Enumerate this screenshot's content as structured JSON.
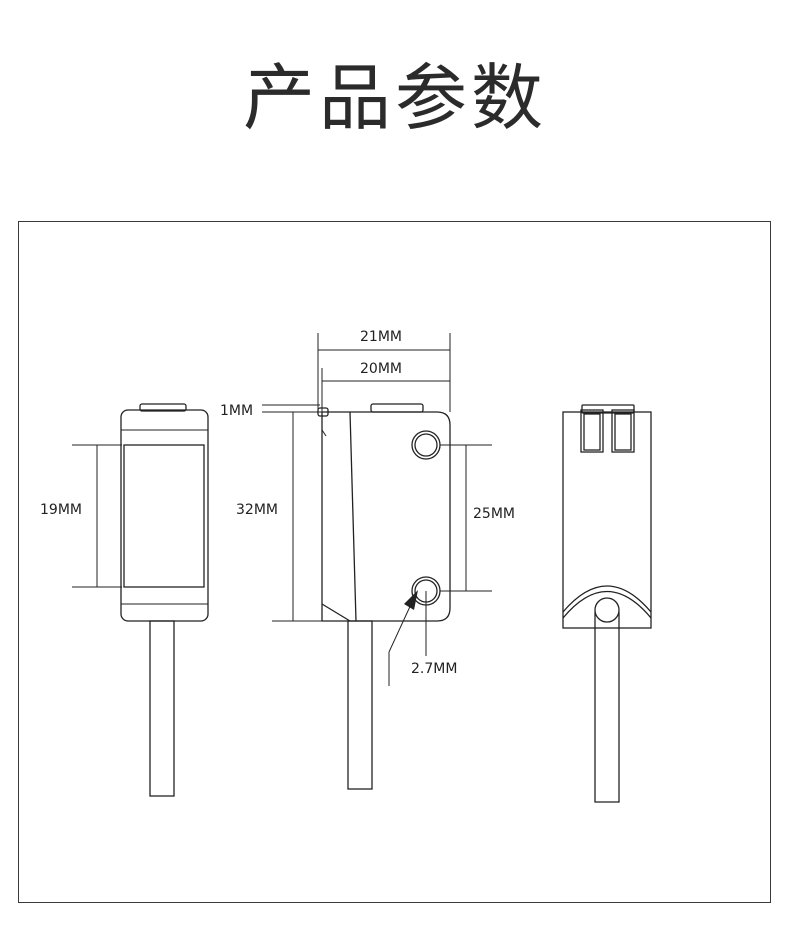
{
  "title": "产品参数",
  "dimensions": {
    "width_total": "21MM",
    "width_body": "20MM",
    "lip": "1MM",
    "height": "32MM",
    "window_height": "19MM",
    "hole_spacing": "25MM",
    "hole_diameter": "2.7MM"
  }
}
